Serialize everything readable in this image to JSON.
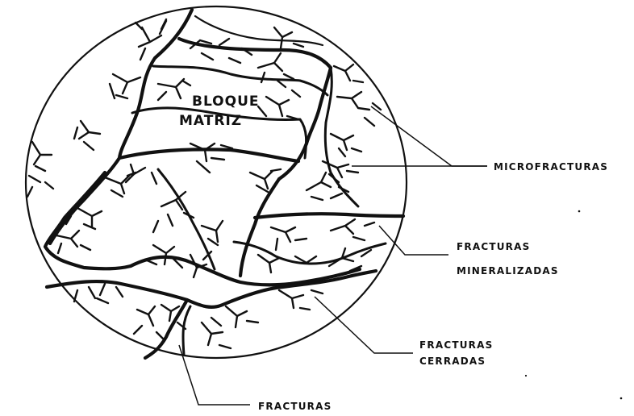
{
  "diagram": {
    "matrix_label_line1": "BLOQUE",
    "matrix_label_line2": "MATRIZ",
    "labels": {
      "microfracturas": "MICROFRACTURAS",
      "mineralizadas_line1": "FRACTURAS",
      "mineralizadas_line2": "MINERALIZADAS",
      "cerradas_line1": "FRACTURAS",
      "cerradas_line2": "CERRADAS",
      "fracturas": "FRACTURAS"
    },
    "ink_color": "#111111",
    "background_color": "#ffffff"
  }
}
